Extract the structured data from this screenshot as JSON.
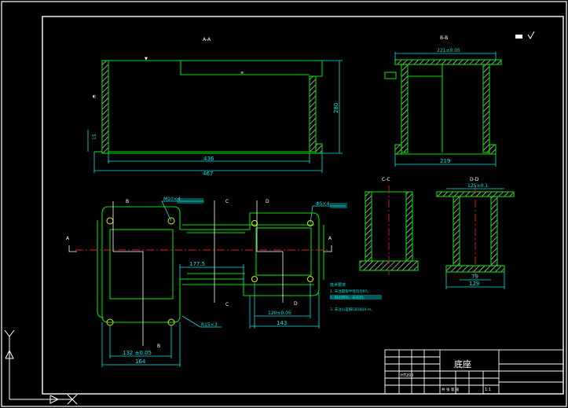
{
  "colors": {
    "background": "#000000",
    "outline": "#00e000",
    "dimension": "#00e5e5",
    "centerline": "#e02020",
    "hatch": "#d8d8d8",
    "border": "#ffffff",
    "highlight": "#00e5e5"
  },
  "views": {
    "aa_label": "A-A",
    "bb_label": "B-B",
    "cc_label": "C-C",
    "dd_label": "D-D",
    "section_a": "A",
    "section_b": "B",
    "section_c": "C",
    "section_d": "D"
  },
  "dims": {
    "d436": "436",
    "d467": "467",
    "d280": "280",
    "d15": "15",
    "d221": "221±0.05",
    "d219": "219",
    "d125": "125±0.1",
    "d79": "79",
    "d129": "129",
    "d177": "177.5",
    "d120": "120±0.05",
    "d143": "143",
    "d132": "132 ±0.05",
    "d164": "164",
    "m10": "M10×4",
    "phi5": "Φ5×4",
    "r15": "R15×3"
  },
  "notes": {
    "heading": "技术要求",
    "line1": "1. 未注圆角半径均为R5。",
    "line2": "2. 锐边倒钝，去毛刺。",
    "line3": "3. 未注公差按GB1804-m。"
  },
  "title_block": {
    "part_name": "底座",
    "material": "HT200",
    "scale": "1:1",
    "sheet": "共 张 第 张"
  },
  "icons": {
    "ucs": "ucs-axis-icon",
    "roughness": "surface-finish-icon"
  }
}
